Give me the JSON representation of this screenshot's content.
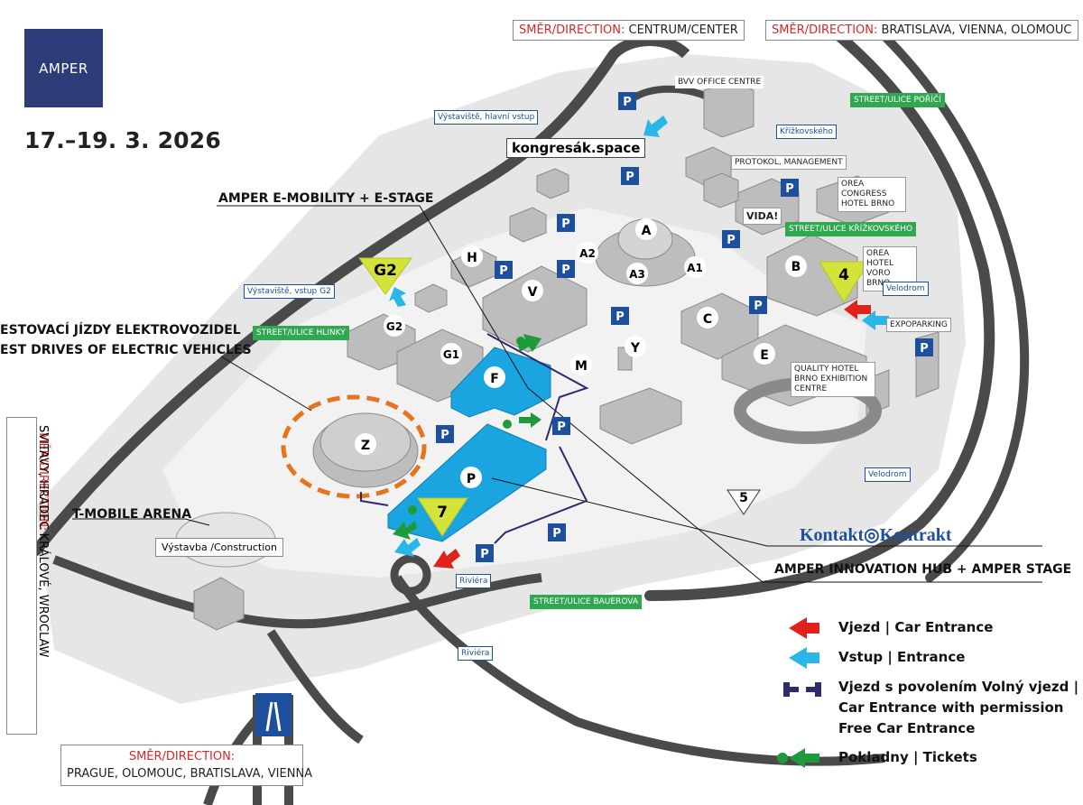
{
  "logo_text": "AMPER",
  "dates": "17.–19. 3. 2026",
  "directions": {
    "top_center": {
      "label_red": "SMĚR/DIRECTION:",
      "label": " CENTRUM/CENTER"
    },
    "top_right": {
      "label_red": "SMĚR/DIRECTION:",
      "label": " BRATISLAVA, VIENNA, OLOMOUC"
    },
    "left_vertical": {
      "label_red": "SMĚR/DIRECTION:",
      "label": " SVITAVY, HRADEC KRÁLOVÉ, WROCLAW"
    },
    "bottom": {
      "label_red": "SMĚR/DIRECTION:",
      "label": "PRAGUE, OLOMOUC, BRATISLAVA, VIENNA"
    }
  },
  "callouts": {
    "emobility": "AMPER E-MOBILITY + E-STAGE",
    "test_drives_1": "ESTOVACÍ JÍZDY ELEKTROVOZIDEL",
    "test_drives_2": "EST DRIVES OF ELECTRIC VEHICLES",
    "tmobile": "T-MOBILE ARENA",
    "innovation": "AMPER INNOVATION HUB + AMPER STAGE"
  },
  "place_labels": {
    "congress": "kongresák.space",
    "construction": "Výstavba /Construction",
    "kontakt": "Kontakt◎Kontrakt",
    "bvv": "BVV OFFICE CENTRE",
    "protokol": "PROTOKOL, MANAGEMENT",
    "orea_congress": "OREA CONGRESS HOTEL BRNO",
    "orea_voro": "OREA HOTEL VORO BRNO",
    "quality_hotel": "QUALITY HOTEL BRNO EXHIBITION CENTRE",
    "expoparking": "EXPOPARKING",
    "vida": "VIDA!"
  },
  "street_labels": {
    "porici": "STREET/ULICE POŘÍČÍ",
    "krizkovskeho": "STREET/ULICE KŘÍŽKOVSKÉHO",
    "hlinky": "STREET/ULICE HLINKY",
    "bauerova": "STREET/ULICE BAUEROVA"
  },
  "transit_labels": {
    "main_entrance": "Výstaviště, hlavní vstup",
    "g2_entrance": "Výstaviště, vstup G2",
    "krizkovskeho_bus": "Křížkovského",
    "velodrom_1": "Velodrom",
    "velodrom_2": "Velodrom",
    "riviera_1": "Riviéra",
    "riviera_2": "Riviéra"
  },
  "halls": [
    "A",
    "A2",
    "A3",
    "A1",
    "B",
    "C",
    "E",
    "F",
    "G1",
    "G2",
    "H",
    "M",
    "P",
    "V",
    "Y",
    "Z"
  ],
  "entrance_numbers": [
    "G2",
    "4",
    "7",
    "5"
  ],
  "legend": [
    {
      "icon": "red-arrow-icon",
      "label": "Vjezd | Car Entrance",
      "color": "#e0231a"
    },
    {
      "icon": "blue-arrow-icon",
      "label": "Vstup | Entrance",
      "color": "#29b6e8"
    },
    {
      "icon": "permission-gate-icon",
      "label": "Vjezd s povolením Volný vjezd |",
      "label2": "Car Entrance with permission",
      "label3": "Free Car Entrance",
      "color": "#2d2a6e"
    },
    {
      "icon": "green-arrow-icon",
      "label": "Pokladny | Tickets",
      "color": "#1f9a3b"
    }
  ],
  "colors": {
    "highlight_hall": "#1aa5e0",
    "parking": "#1d4f9c",
    "road": "#4a4a4a",
    "triangle": "#d4e33a",
    "test_ring": "#e8731f",
    "brand": "#2d3c78"
  }
}
